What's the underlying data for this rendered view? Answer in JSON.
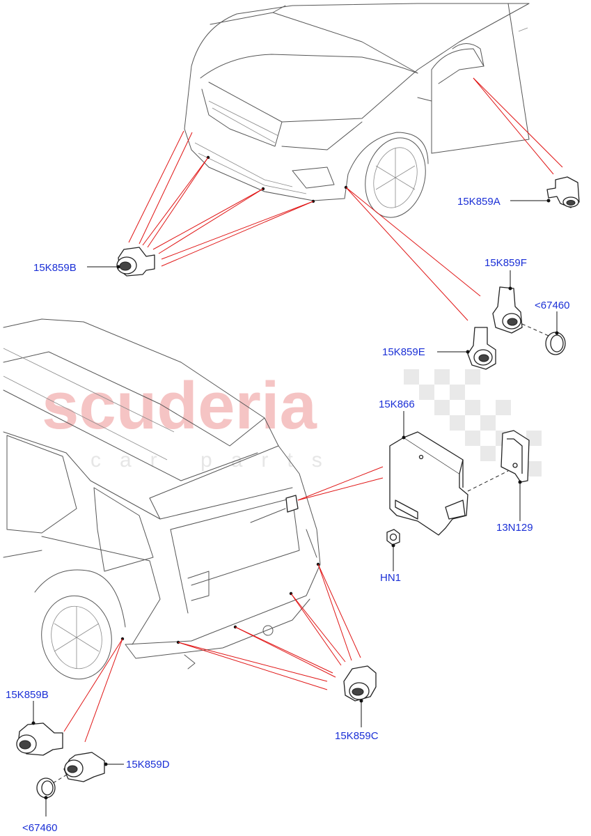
{
  "watermark": {
    "main": "scuderia",
    "sub": "car parts"
  },
  "labels": {
    "sensor_front_right_outer": "15K859A",
    "sensor_front_left": "15K859B",
    "sensor_front_inner_f": "15K859F",
    "sensor_front_inner_e": "15K859E",
    "retainer_ring_front": "<67460",
    "control_module": "15K866",
    "module_bracket": "13N129",
    "nut": "HN1",
    "sensor_rear_left": "15K859B",
    "sensor_rear_d": "15K859D",
    "retainer_ring_rear": "<67460",
    "sensor_rear_c": "15K859C"
  },
  "colors": {
    "label_text": "#1a2fd6",
    "leader_lines": "#e01414",
    "watermark_main": "#f5c4c4",
    "watermark_checker": "#e6e6e6"
  }
}
